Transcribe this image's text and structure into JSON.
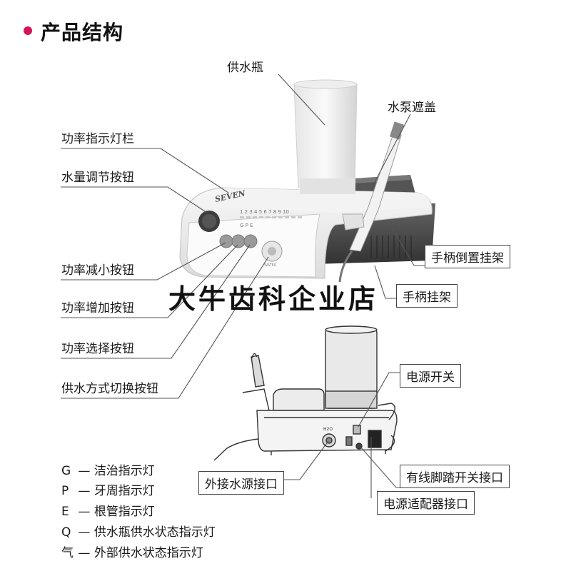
{
  "heading": "产品结构",
  "colors": {
    "accent": "#d4145a"
  },
  "labels": {
    "water_bottle": "供水瓶",
    "pump_cover": "水泵遮盖",
    "power_indicator_bar": "功率指示灯栏",
    "water_adjust_knob": "水量调节按钮",
    "power_decrease": "功率减小按钮",
    "power_increase": "功率增加按钮",
    "power_select": "功率选择按钮",
    "water_mode_switch": "供水方式切换按钮",
    "handpiece_inverted_holder": "手柄倒置挂架",
    "handpiece_holder": "手柄挂架",
    "power_switch": "电源开关",
    "external_water_port": "外接水源接口",
    "wired_foot_switch_port": "有线脚踏开关接口",
    "power_adapter_port": "电源适配器接口"
  },
  "watermark": "大牛齿科企业店",
  "device": {
    "brand": "SEVEN",
    "scale": "1 2 3 4 5 6 7 8 9 10",
    "mode_letters": "G P E",
    "panel_label": "WATER",
    "rear_port_label": "H2O"
  },
  "legend": [
    {
      "key": "G",
      "sep": "—",
      "text": "洁治指示灯"
    },
    {
      "key": "P",
      "sep": "—",
      "text": "牙周指示灯"
    },
    {
      "key": "E",
      "sep": "—",
      "text": "根管指示灯"
    },
    {
      "key": "Q",
      "sep": "—",
      "text": "供水瓶供水状态指示灯"
    },
    {
      "key": "气",
      "sep": "—",
      "text": "外部供水状态指示灯"
    }
  ]
}
